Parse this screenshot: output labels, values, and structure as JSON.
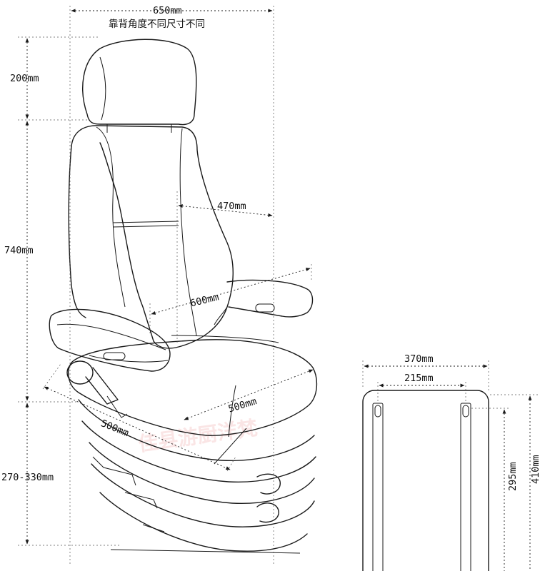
{
  "header": {
    "total_width": "650mm",
    "note": "靠背角度不同尺寸不同"
  },
  "seat_dimensions": {
    "headrest_height": "200mm",
    "backrest_height": "740mm",
    "back_width": "470mm",
    "armrest_spacing": "600mm",
    "cushion_width": "500mm",
    "cushion_depth": "500mm",
    "base_height": "270-330mm"
  },
  "base_plate": {
    "outer_width": "370mm",
    "slot_spacing": "215mm",
    "slot_length": "295mm",
    "outer_depth": "410mm"
  },
  "watermark": "佳县游厨洋梵"
}
